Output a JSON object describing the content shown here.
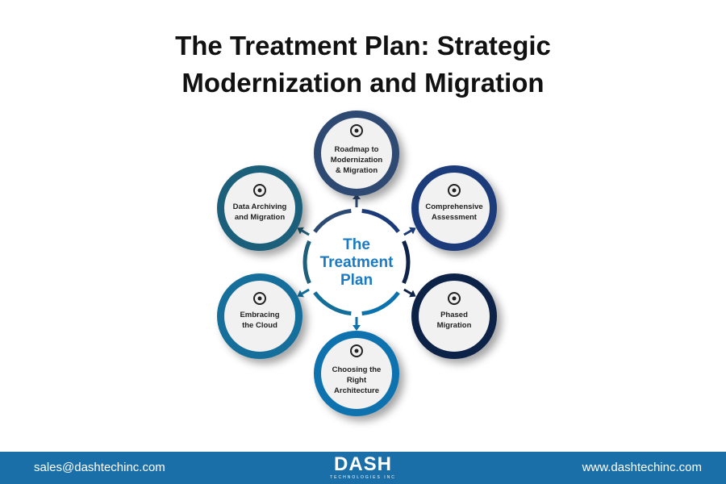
{
  "title_line1": "The Treatment Plan: Strategic",
  "title_line2": "Modernization and Migration",
  "center_label": [
    "The",
    "Treatment",
    "Plan"
  ],
  "nodes": [
    {
      "label": [
        "Roadmap to",
        "Modernization",
        "& Migration"
      ],
      "icon": "roadmap-flow-icon",
      "color": "#2d4a72"
    },
    {
      "label": [
        "Comprehensive",
        "Assessment"
      ],
      "icon": "gear-check-icon",
      "color": "#1b3a7a"
    },
    {
      "label": [
        "Phased",
        "Migration"
      ],
      "icon": "phases-cycle-icon",
      "color": "#0f2247"
    },
    {
      "label": [
        "Choosing the",
        "Right",
        "Architecture"
      ],
      "icon": "developer-icon",
      "color": "#0b72ae"
    },
    {
      "label": [
        "Embracing",
        "the Cloud"
      ],
      "icon": "head-gears-icon",
      "color": "#136e9a"
    },
    {
      "label": [
        "Data Archiving",
        "and Migration"
      ],
      "icon": "database-transfer-icon",
      "color": "#1f5f7a"
    }
  ],
  "footer": {
    "email": "sales@dashtechinc.com",
    "website": "www.dashtechinc.com",
    "logo": "DASH",
    "logo_sub": "TECHNOLOGIES INC",
    "color": "#1a6fa8"
  }
}
